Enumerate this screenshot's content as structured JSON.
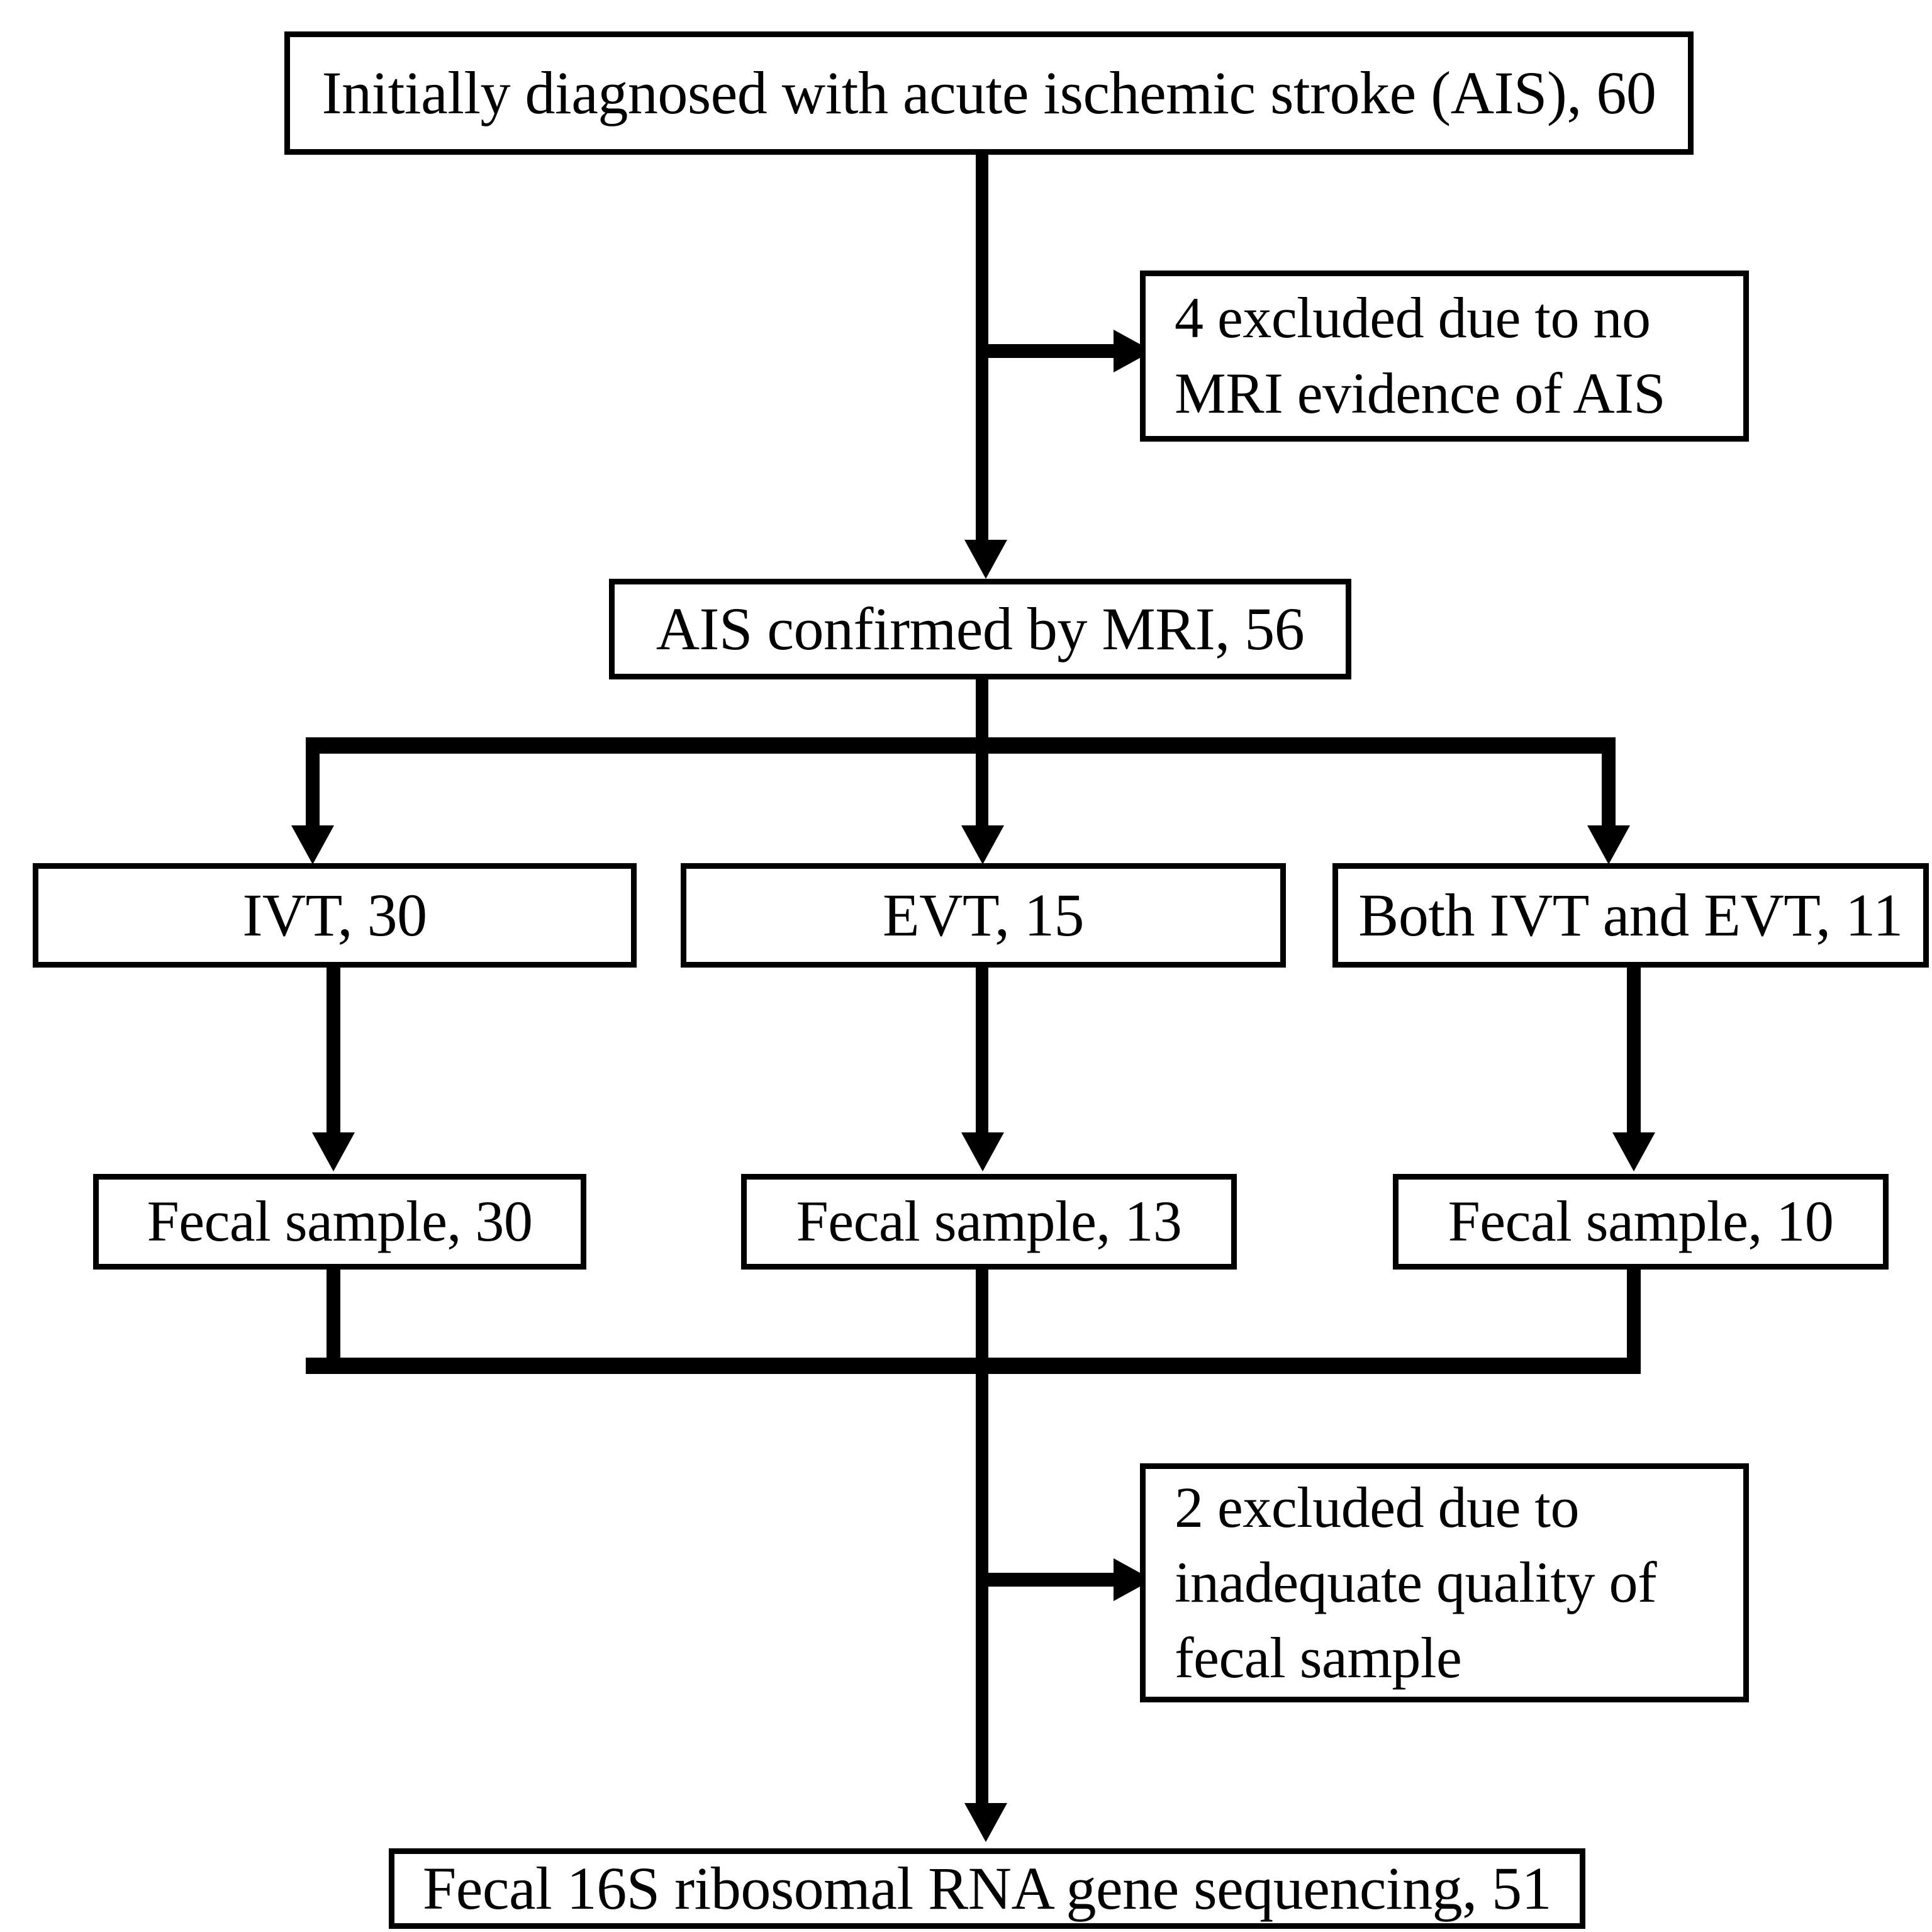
{
  "diagram": {
    "title": "AIS patient enrollment flowchart",
    "colors": {
      "stroke": "#000000",
      "background": "#ffffff",
      "text": "#000000"
    },
    "nodes": {
      "initial_diagnosis": "Initially diagnosed with acute ischemic stroke (AIS), 60",
      "excluded_no_mri": "4 excluded due to no MRI evidence of AIS",
      "ais_confirmed": "AIS confirmed by MRI, 56",
      "ivt": "IVT, 30",
      "evt": "EVT, 15",
      "both_ivt_evt": "Both IVT and EVT, 11",
      "fecal_ivt": "Fecal sample, 30",
      "fecal_evt": "Fecal sample, 13",
      "fecal_both": "Fecal sample, 10",
      "excluded_quality": "2 excluded due to inadequate quality of fecal sample",
      "sequencing": "Fecal 16S ribosomal RNA gene sequencing, 51"
    },
    "counts": {
      "initial_diagnosis": 60,
      "excluded_no_mri": 4,
      "ais_confirmed": 56,
      "ivt": 30,
      "evt": 15,
      "both_ivt_evt": 11,
      "fecal_ivt": 30,
      "fecal_evt": 13,
      "fecal_both": 10,
      "excluded_quality": 2,
      "sequencing": 51
    }
  }
}
